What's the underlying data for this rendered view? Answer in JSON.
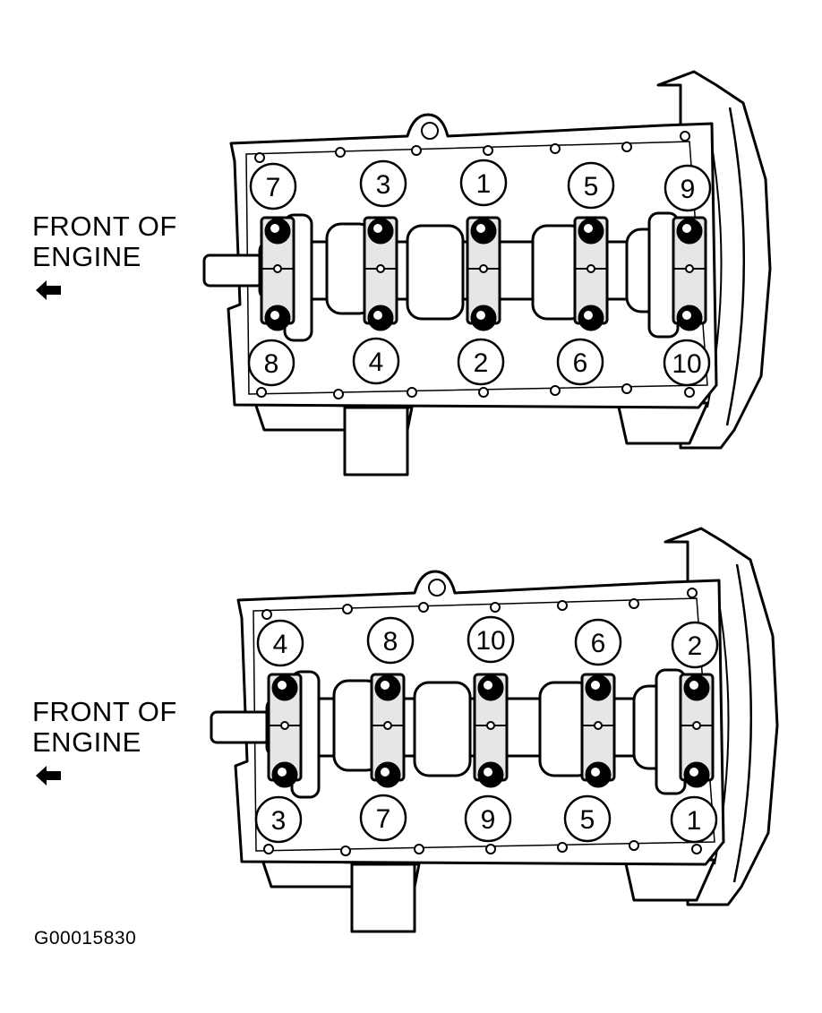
{
  "panels": [
    {
      "id": "loosening",
      "front_label_line1": "FRONT OF",
      "front_label_line2": "ENGINE",
      "sequence_top": [
        "7",
        "3",
        "1",
        "5",
        "9"
      ],
      "sequence_bottom": [
        "8",
        "4",
        "2",
        "6",
        "10"
      ]
    },
    {
      "id": "tightening",
      "front_label_line1": "FRONT OF",
      "front_label_line2": "ENGINE",
      "sequence_top": [
        "4",
        "8",
        "10",
        "6",
        "2"
      ],
      "sequence_bottom": [
        "3",
        "7",
        "9",
        "5",
        "1"
      ]
    }
  ],
  "figure_id": "G00015830",
  "colors": {
    "line": "#000000",
    "fill": "#ffffff",
    "cap_fill": "#e6e6e6"
  },
  "icons": {
    "arrow": "left-arrow-icon",
    "bolt": "bolt-icon"
  }
}
